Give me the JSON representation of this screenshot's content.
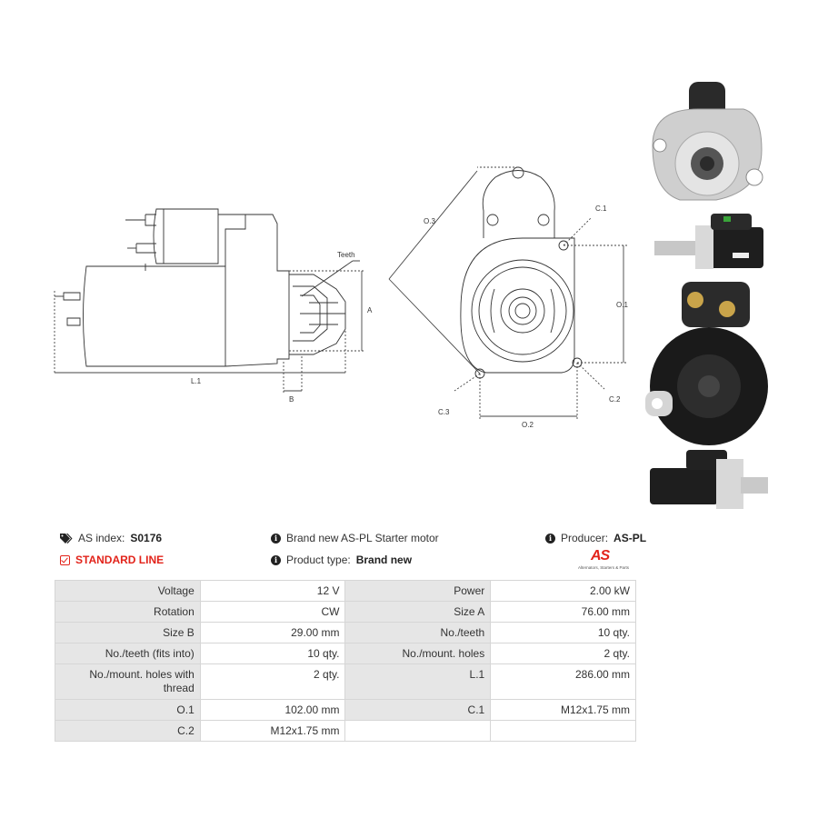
{
  "drawing": {
    "teeth_label": "Teeth",
    "dim_a": "A",
    "dim_b": "B",
    "dim_l1": "L.1",
    "dim_o1": "O.1",
    "dim_o2": "O.2",
    "dim_o3": "O.3",
    "dim_c1": "C.1",
    "dim_c2": "C.2",
    "dim_c3": "C.3"
  },
  "info": {
    "as_index_label": "AS index:",
    "as_index_value": "S0176",
    "standard_line": "STANDARD LINE",
    "description": "Brand new AS-PL Starter motor",
    "product_type_label": "Product type:",
    "product_type_value": "Brand new",
    "producer_label": "Producer:",
    "producer_value": "AS-PL",
    "logo_text": "AS",
    "logo_subtitle": "Alternators, Starters & Parts"
  },
  "specs": [
    [
      "Voltage",
      "12 V",
      "Power",
      "2.00 kW"
    ],
    [
      "Rotation",
      "CW",
      "Size A",
      "76.00 mm"
    ],
    [
      "Size B",
      "29.00 mm",
      "No./teeth",
      "10 qty."
    ],
    [
      "No./teeth (fits into)",
      "10 qty.",
      "No./mount. holes",
      "2 qty."
    ],
    [
      "No./mount. holes with thread",
      "2 qty.",
      "L.1",
      "286.00 mm"
    ],
    [
      "O.1",
      "102.00 mm",
      "C.1",
      "M12x1.75 mm"
    ],
    [
      "C.2",
      "M12x1.75 mm",
      "",
      ""
    ]
  ],
  "colors": {
    "accent": "#e2231a",
    "table_key_bg": "#e6e6e6",
    "border": "#d6d6d6"
  }
}
